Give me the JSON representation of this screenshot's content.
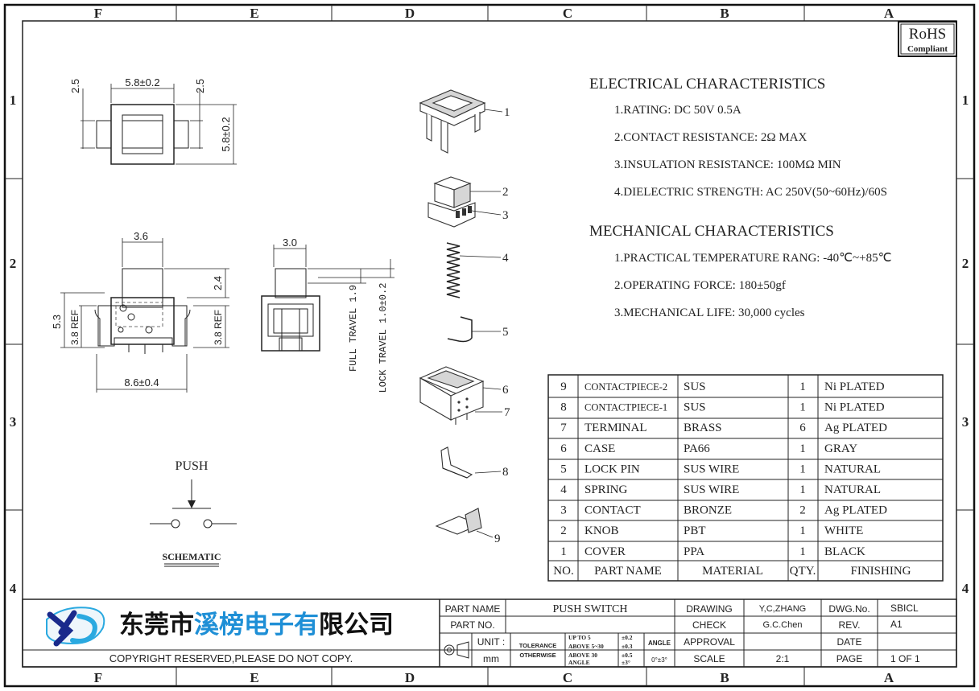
{
  "border": {
    "columns": [
      "F",
      "E",
      "D",
      "C",
      "B",
      "A"
    ],
    "rows": [
      "1",
      "2",
      "3",
      "4"
    ]
  },
  "rohs": {
    "line1": "RoHS",
    "line2": "Compliant"
  },
  "electrical": {
    "title": "ELECTRICAL CHARACTERISTICS",
    "items": [
      "1.RATING: DC 50V 0.5A",
      "2.CONTACT RESISTANCE: 2Ω MAX",
      "3.INSULATION RESISTANCE: 100MΩ MIN",
      "4.DIELECTRIC STRENGTH: AC 250V(50~60Hz)/60S"
    ]
  },
  "mechanical": {
    "title": "MECHANICAL CHARACTERISTICS",
    "items": [
      "1.PRACTICAL TEMPERATURE RANG: -40℃~+85℃",
      "2.OPERATING FORCE: 180±50gf",
      "3.MECHANICAL LIFE: 30,000 cycles"
    ]
  },
  "dimensions": {
    "top_width": "5.8±0.2",
    "top_height": "5.8±0.2",
    "top_left": "2.5",
    "top_right": "2.5",
    "front_knob": "3.6",
    "front_height": "5.3",
    "front_ref": "3.8 REF",
    "front_width": "8.6±0.4",
    "front_ref_right": "3.8 REF",
    "front_knob_height": "2.4",
    "side_knob": "3.0",
    "full_travel": "FULL TRAVEL 1.9",
    "lock_travel": "LOCK TRAVEL 1.0±0.2"
  },
  "balloons": [
    "1",
    "2",
    "3",
    "4",
    "5",
    "6",
    "7",
    "8",
    "9"
  ],
  "schematic": {
    "push": "PUSH",
    "label": "SCHEMATIC"
  },
  "bom": {
    "headers": [
      "NO.",
      "PART NAME",
      "MATERIAL",
      "QTY.",
      "FINISHING"
    ],
    "rows": [
      [
        "9",
        "CONTACTPIECE-2",
        "SUS",
        "1",
        "Ni PLATED"
      ],
      [
        "8",
        "CONTACTPIECE-1",
        "SUS",
        "1",
        "Ni PLATED"
      ],
      [
        "7",
        "TERMINAL",
        "BRASS",
        "6",
        "Ag PLATED"
      ],
      [
        "6",
        "CASE",
        "PA66",
        "1",
        "GRAY"
      ],
      [
        "5",
        "LOCK PIN",
        "SUS WIRE",
        "1",
        "NATURAL"
      ],
      [
        "4",
        "SPRING",
        "SUS WIRE",
        "1",
        "NATURAL"
      ],
      [
        "3",
        "CONTACT",
        "BRONZE",
        "2",
        "Ag PLATED"
      ],
      [
        "2",
        "KNOB",
        "PBT",
        "1",
        "WHITE"
      ],
      [
        "1",
        "COVER",
        "PPA",
        "1",
        "BLACK"
      ]
    ]
  },
  "title_block": {
    "company": "东莞市溪榜电子有限公司",
    "copyright": "COPYRIGHT RESERVED,PLEASE DO NOT COPY.",
    "part_name_label": "PART NAME",
    "part_name": "PUSH SWITCH",
    "part_no_label": "PART NO.",
    "unit_label": "UNIT :",
    "unit": "mm",
    "tolerance_label": "TOLERANCE",
    "otherwise_label": "OTHERWISE",
    "tol_rows": [
      [
        "UP TO 5",
        "±0.2"
      ],
      [
        "ABOVE 5~30",
        "±0.3"
      ],
      [
        "ABOVE 30",
        "±0.5"
      ],
      [
        "ANGLE",
        "±3°"
      ]
    ],
    "angle_label": "ANGLE",
    "angle_value": "0°±3°",
    "drawing_label": "DRAWING",
    "drawing_by": "Y,C,ZHANG",
    "check_label": "CHECK",
    "check_by": "G.C.Chen",
    "approval_label": "APPROVAL",
    "scale_label": "SCALE",
    "scale": "2:1",
    "dwg_no_label": "DWG.No.",
    "dwg_no": "SBICL",
    "rev_label": "REV.",
    "rev": "A1",
    "date_label": "DATE",
    "page_label": "PAGE",
    "page": "1 OF 1"
  },
  "colors": {
    "logo_primary": "#1a2a8c",
    "logo_accent": "#2aa9e0",
    "company_blue": "#1e8fd6"
  }
}
